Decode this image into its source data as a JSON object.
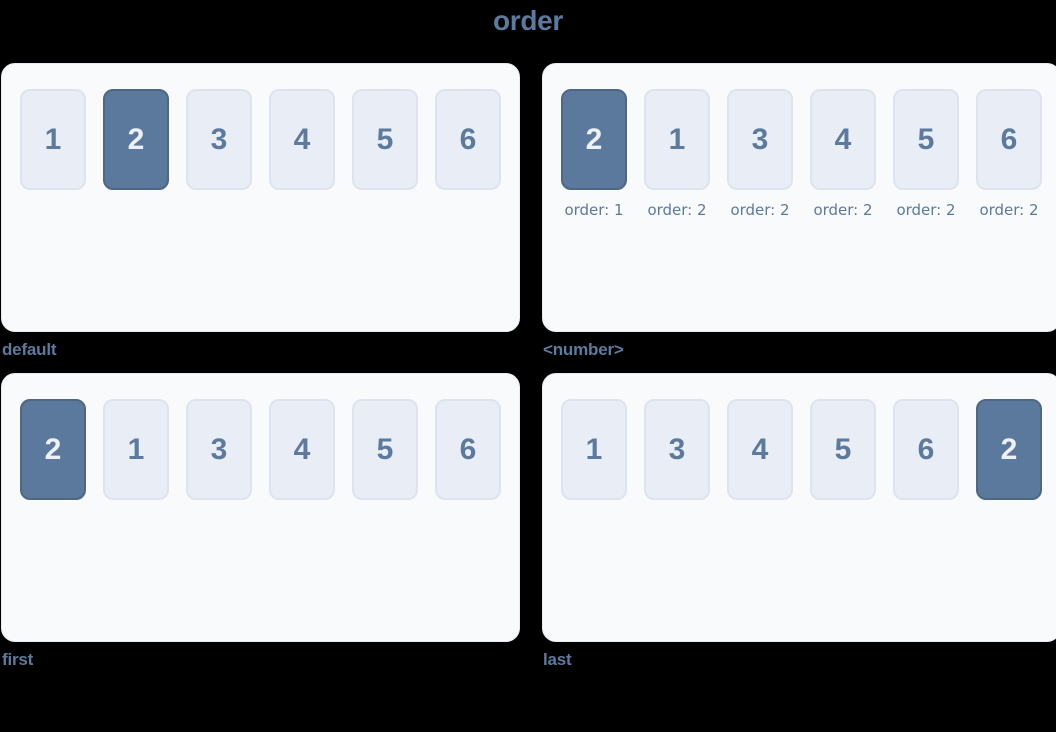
{
  "title": "order",
  "colors": {
    "background": "#000000",
    "panel_bg": "#f8fafc",
    "panel_border": "#e7ebf2",
    "item_bg": "#e9edf5",
    "item_border": "#dee4ef",
    "item_text": "#5b7a9e",
    "highlight_bg": "#5b799d",
    "highlight_border": "#4d6785",
    "highlight_text": "#edf1f7",
    "label_text": "#5b7a9e"
  },
  "examples": [
    {
      "caption": "default",
      "items": [
        {
          "label": "1",
          "highlight": false
        },
        {
          "label": "2",
          "highlight": true
        },
        {
          "label": "3",
          "highlight": false
        },
        {
          "label": "4",
          "highlight": false
        },
        {
          "label": "5",
          "highlight": false
        },
        {
          "label": "6",
          "highlight": false
        }
      ]
    },
    {
      "caption": "<number>",
      "items": [
        {
          "label": "2",
          "highlight": true,
          "order_label": "order: 1"
        },
        {
          "label": "1",
          "highlight": false,
          "order_label": "order: 2"
        },
        {
          "label": "3",
          "highlight": false,
          "order_label": "order: 2"
        },
        {
          "label": "4",
          "highlight": false,
          "order_label": "order: 2"
        },
        {
          "label": "5",
          "highlight": false,
          "order_label": "order: 2"
        },
        {
          "label": "6",
          "highlight": false,
          "order_label": "order: 2"
        }
      ]
    },
    {
      "caption": "first",
      "items": [
        {
          "label": "2",
          "highlight": true
        },
        {
          "label": "1",
          "highlight": false
        },
        {
          "label": "3",
          "highlight": false
        },
        {
          "label": "4",
          "highlight": false
        },
        {
          "label": "5",
          "highlight": false
        },
        {
          "label": "6",
          "highlight": false
        }
      ]
    },
    {
      "caption": "last",
      "items": [
        {
          "label": "1",
          "highlight": false
        },
        {
          "label": "3",
          "highlight": false
        },
        {
          "label": "4",
          "highlight": false
        },
        {
          "label": "5",
          "highlight": false
        },
        {
          "label": "6",
          "highlight": false
        },
        {
          "label": "2",
          "highlight": true
        }
      ]
    }
  ]
}
